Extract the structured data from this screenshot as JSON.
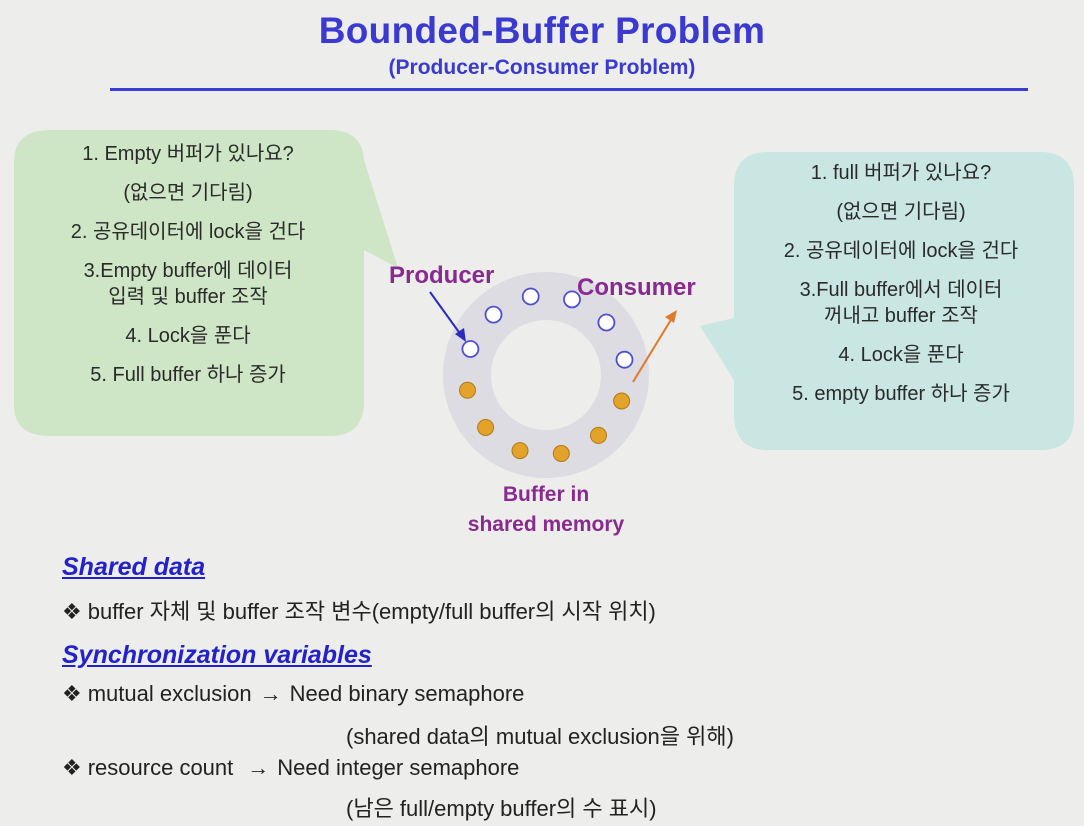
{
  "slide": {
    "title": "Bounded-Buffer Problem",
    "subtitle": "(Producer-Consumer Problem)"
  },
  "producer": {
    "label": "Producer",
    "steps": [
      "1. Empty 버퍼가 있나요?",
      "(없으면 기다림)",
      "2. 공유데이터에 lock을 건다",
      "3.Empty buffer에 데이터",
      "입력 및 buffer 조작",
      "4. Lock을 푼다",
      "5. Full buffer 하나 증가"
    ]
  },
  "consumer": {
    "label": "Consumer",
    "steps": [
      "1. full 버퍼가 있나요?",
      "(없으면 기다림)",
      "2. 공유데이터에 lock을 건다",
      "3.Full buffer에서 데이터",
      "꺼내고 buffer 조작",
      "4. Lock을 푼다",
      "5. empty buffer 하나 증가"
    ]
  },
  "buffer": {
    "label_line1": "Buffer in",
    "label_line2": "shared memory",
    "slots_total": 12,
    "empty_slots": 6,
    "full_slots": 6
  },
  "shared_data": {
    "heading": "Shared data",
    "bullet": "buffer 자체 및 buffer 조작 변수(empty/full buffer의 시작 위치)"
  },
  "sync_vars": {
    "heading": "Synchronization variables",
    "mutex_label": "mutual exclusion",
    "mutex_value": "Need binary semaphore",
    "mutex_note": "(shared data의 mutual exclusion을 위해)",
    "count_label": "resource count",
    "count_value": "Need integer semaphore",
    "count_note": "(남은 full/empty buffer의 수 표시)"
  },
  "glyphs": {
    "bullet": "❖",
    "arrow": "→"
  },
  "colors": {
    "title": "#3a3ad0",
    "producer_bubble": "#cfe6c6",
    "consumer_bubble": "#c9e6e2",
    "ring": "#dcdce2",
    "full_slot": "#e3a22a",
    "empty_slot_stroke": "#4f4fd0",
    "label": "#882a8e",
    "producer_arrow": "#2b2bc0",
    "consumer_arrow": "#e07a2a"
  }
}
